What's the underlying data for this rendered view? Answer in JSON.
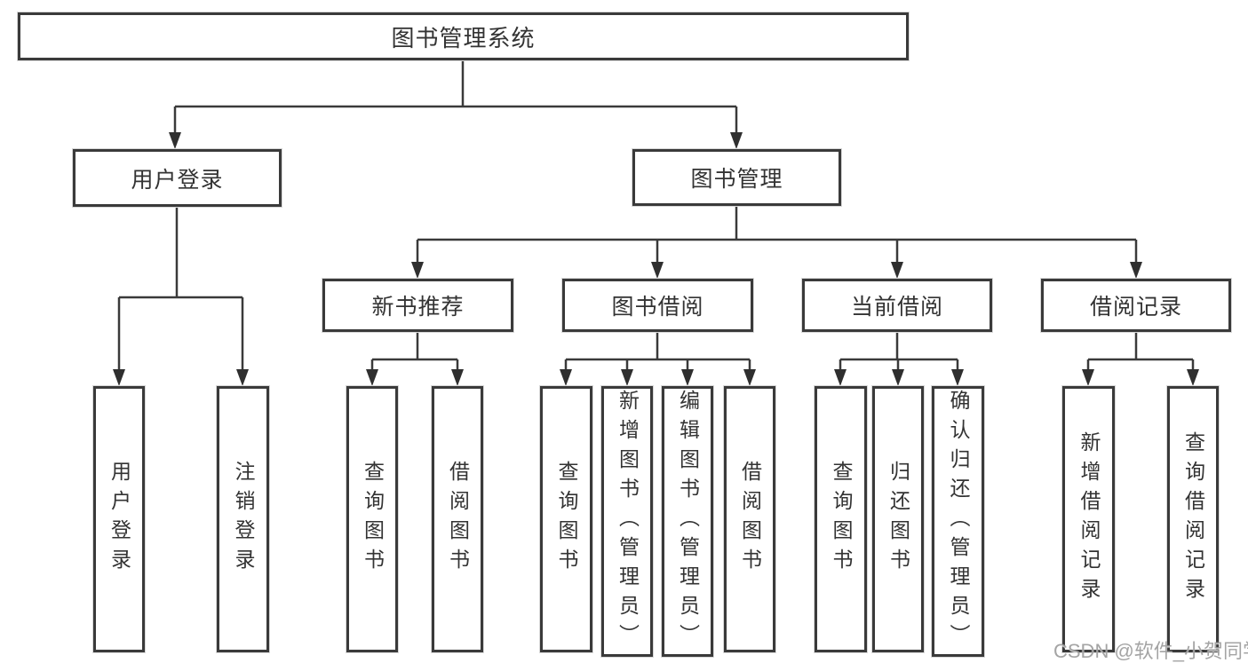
{
  "root": {
    "label": "图书管理系统"
  },
  "level2": {
    "user_login": "用户登录",
    "book_mgmt": "图书管理"
  },
  "level3": {
    "new_book_rec": "新书推荐",
    "book_borrow": "图书借阅",
    "current_borrow": "当前借阅",
    "borrow_record": "借阅记录"
  },
  "leaves": {
    "user_login": [
      "用户登录",
      "注销登录"
    ],
    "new_book_rec": [
      "查询图书",
      "借阅图书"
    ],
    "book_borrow": [
      "查询图书",
      "新增图书（管理员）",
      "编辑图书（管理员）",
      "借阅图书"
    ],
    "current_borrow": [
      "查询图书",
      "归还图书",
      "确认归还（管理员）"
    ],
    "borrow_record": [
      "新增借阅记录",
      "查询借阅记录"
    ]
  },
  "watermark": "CSDN @软件_小贺同学",
  "colors": {
    "line": "#3a3a3a",
    "arrow": "#2f2f2f",
    "text": "#333333",
    "watermark": "#949494",
    "background": "#ffffff"
  }
}
